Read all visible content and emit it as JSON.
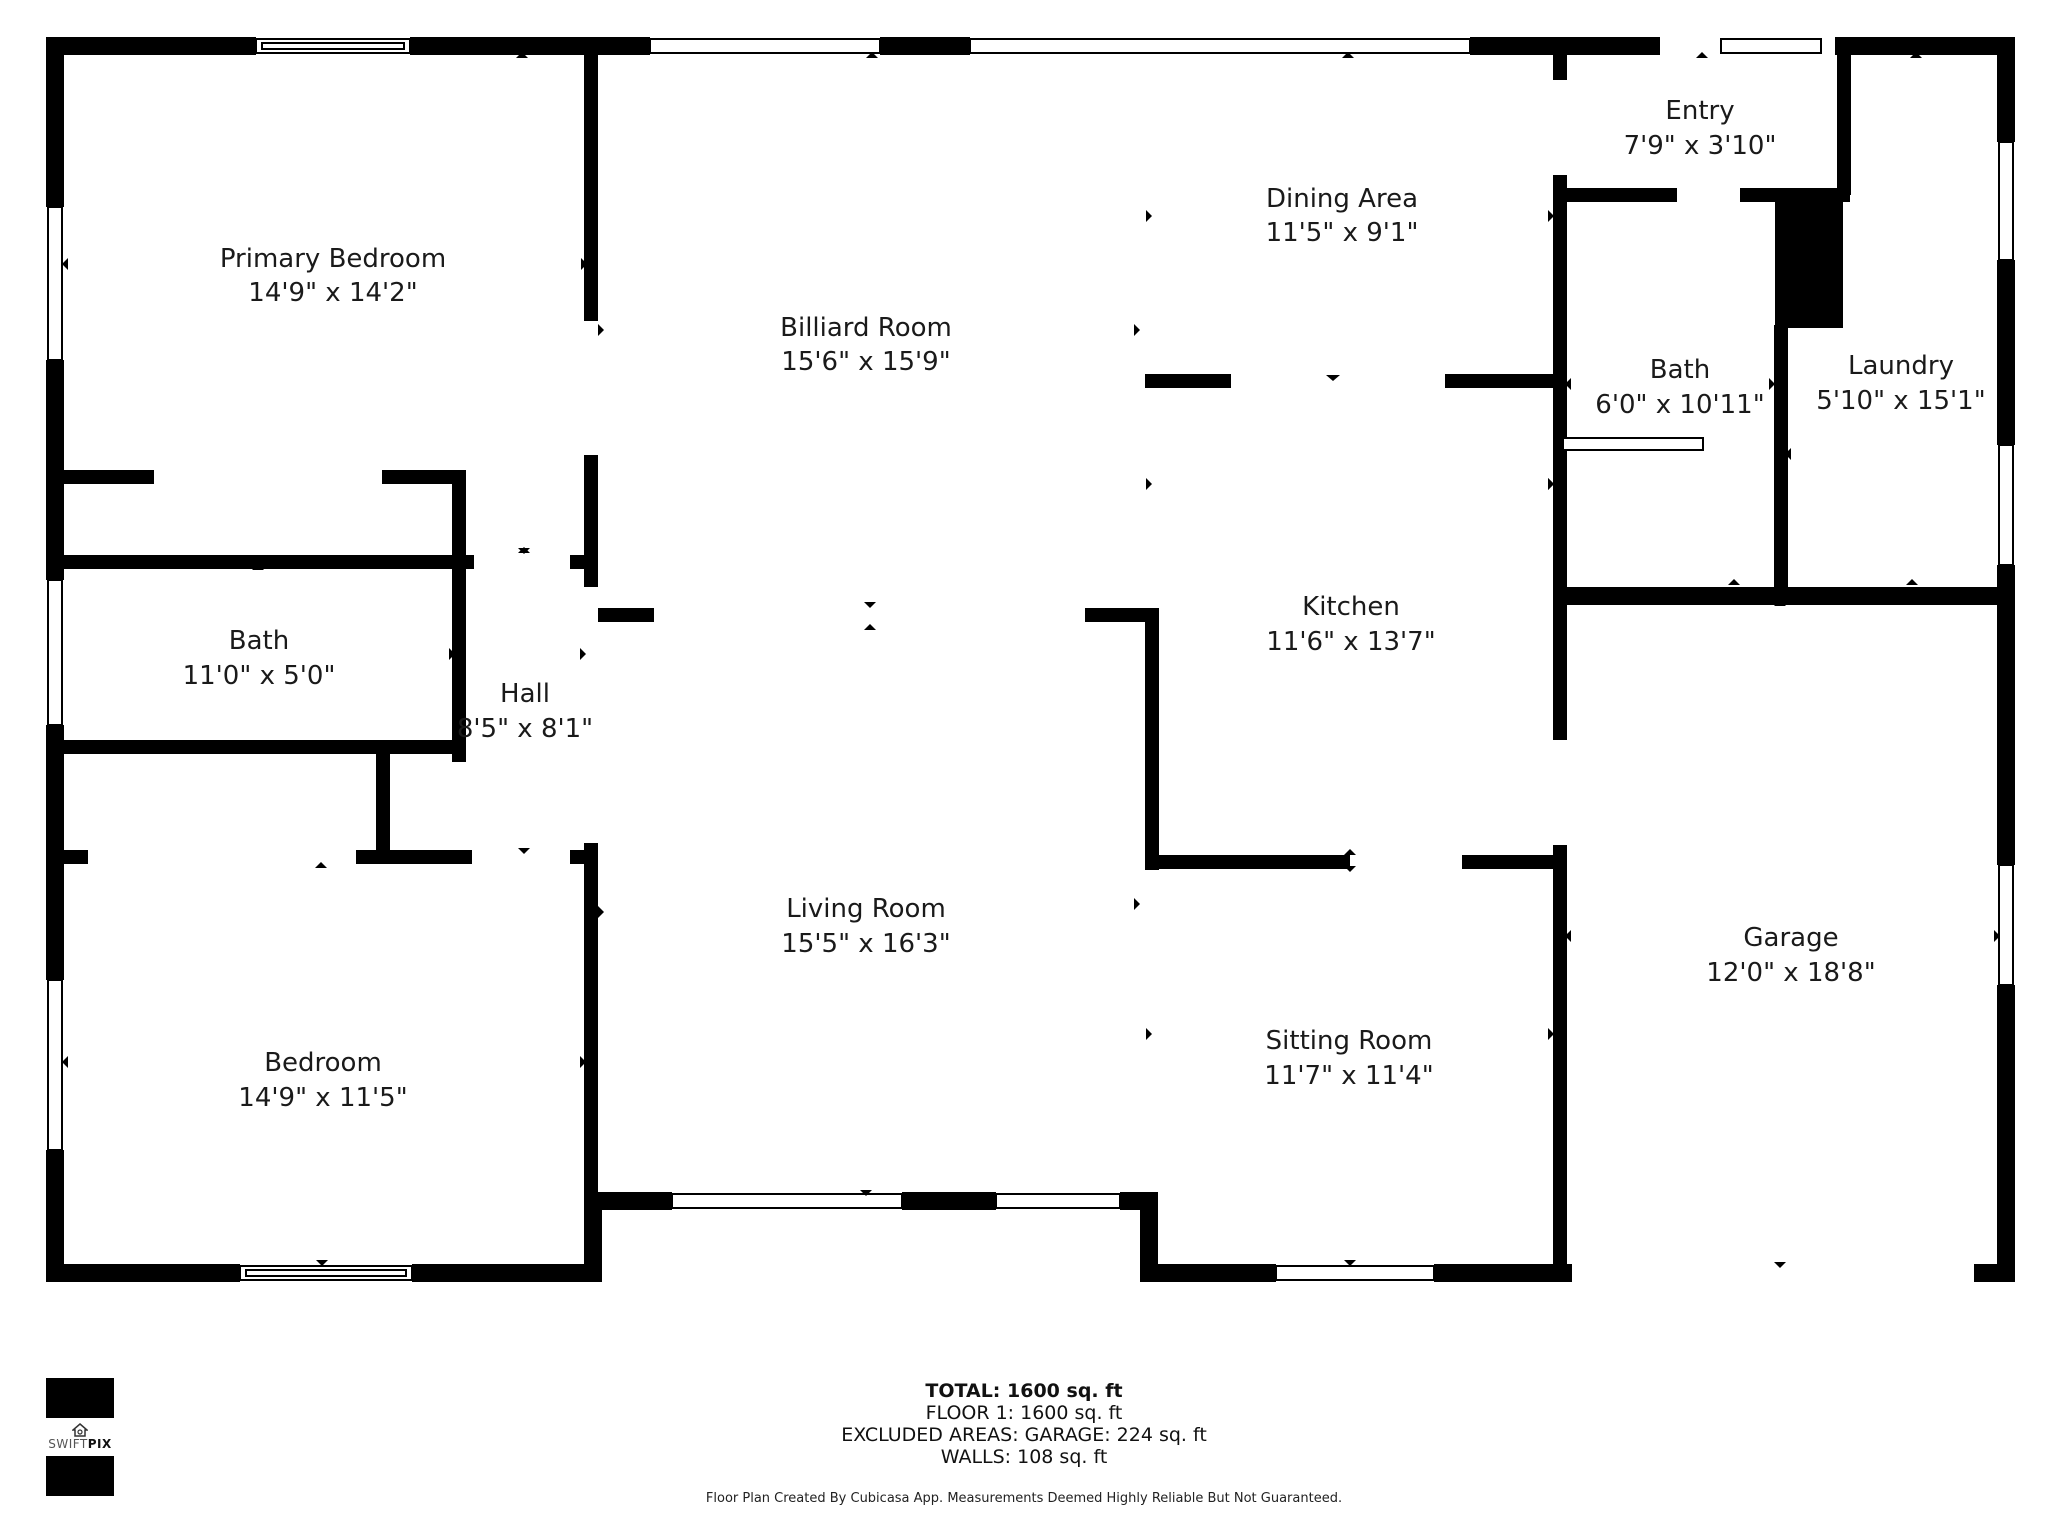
{
  "rooms": [
    {
      "name": "Primary Bedroom",
      "dims": "14'9\" x 14'2\""
    },
    {
      "name": "Billiard Room",
      "dims": "15'6\" x 15'9\""
    },
    {
      "name": "Dining Area",
      "dims": "11'5\" x 9'1\""
    },
    {
      "name": "Entry",
      "dims": "7'9\" x 3'10\""
    },
    {
      "name": "Bath",
      "dims": "6'0\" x 10'11\""
    },
    {
      "name": "Laundry",
      "dims": "5'10\" x 15'1\""
    },
    {
      "name": "Kitchen",
      "dims": "11'6\" x 13'7\""
    },
    {
      "name": "Bath",
      "dims": "11'0\" x 5'0\""
    },
    {
      "name": "Hall",
      "dims": "8'5\" x 8'1\""
    },
    {
      "name": "Living Room",
      "dims": "15'5\" x 16'3\""
    },
    {
      "name": "Garage",
      "dims": "12'0\" x 18'8\""
    },
    {
      "name": "Bedroom",
      "dims": "14'9\" x 11'5\""
    },
    {
      "name": "Sitting Room",
      "dims": "11'7\" x 11'4\""
    }
  ],
  "summary": {
    "total": "TOTAL: 1600 sq. ft",
    "floor1": "FLOOR 1: 1600 sq. ft",
    "excluded": "EXCLUDED AREAS: GARAGE: 224 sq. ft",
    "walls": "WALLS: 108 sq. ft"
  },
  "disclaimer": "Floor Plan Created By Cubicasa App. Measurements Deemed Highly Reliable But Not Guaranteed.",
  "logo": {
    "brand_light": "SWIFT",
    "brand_bold": "PIX"
  },
  "colors": {
    "wall": "#000000",
    "window": "#ffffff",
    "text": "#1a1a1a"
  }
}
